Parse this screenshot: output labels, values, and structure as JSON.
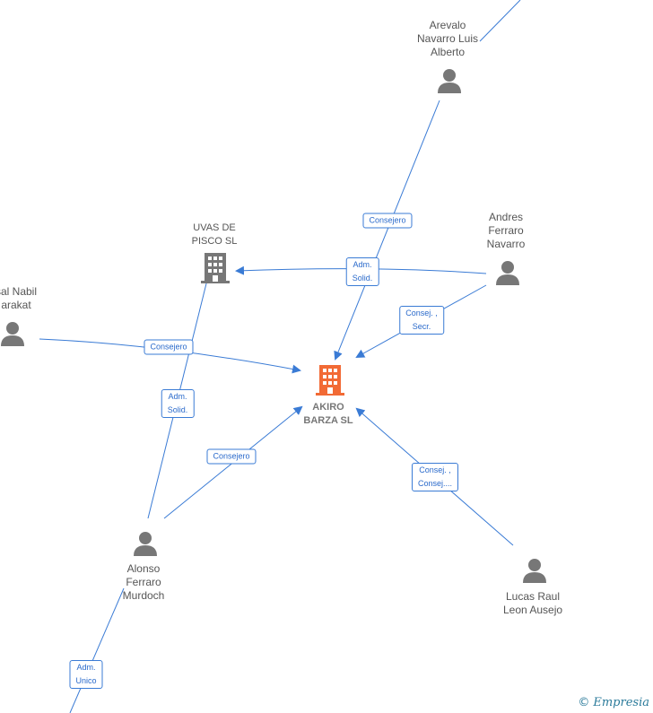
{
  "colors": {
    "edge": "#3a7bd5",
    "person": "#777777",
    "company": "#777777",
    "main_company": "#f26a35"
  },
  "nodes": {
    "akiro": {
      "label": "AKIRO\nBARZA  SL",
      "icon": "building-icon"
    },
    "uvas": {
      "label": "UVAS DE\nPISCO  SL",
      "icon": "building-icon"
    },
    "arevalo": {
      "label": "Arevalo\nNavarro Luis\nAlberto",
      "icon": "person-icon"
    },
    "andres": {
      "label": "Andres\nFerraro\nNavarro",
      "icon": "person-icon"
    },
    "faisal": {
      "label": "sal Nabil\narakat",
      "icon": "person-icon"
    },
    "alonso": {
      "label": "Alonso\nFerraro\nMurdoch",
      "icon": "person-icon"
    },
    "lucas": {
      "label": "Lucas Raul\nLeon Ausejo",
      "icon": "person-icon"
    }
  },
  "edges": [
    {
      "id": "arevalo-akiro",
      "label": "Consejero"
    },
    {
      "id": "andres-uvas",
      "label": "Adm.\nSolid."
    },
    {
      "id": "andres-akiro",
      "label": "Consej. ,\nSecr."
    },
    {
      "id": "faisal-akiro",
      "label": "Consejero"
    },
    {
      "id": "alonso-uvas",
      "label": "Adm.\nSolid."
    },
    {
      "id": "alonso-akiro",
      "label": "Consejero"
    },
    {
      "id": "lucas-akiro",
      "label": "Consej. ,\nConsej...."
    },
    {
      "id": "bottom-alonso",
      "label": "Adm.\nUnico"
    }
  ],
  "watermark": {
    "copyright": "©",
    "brand": "Empresia"
  }
}
